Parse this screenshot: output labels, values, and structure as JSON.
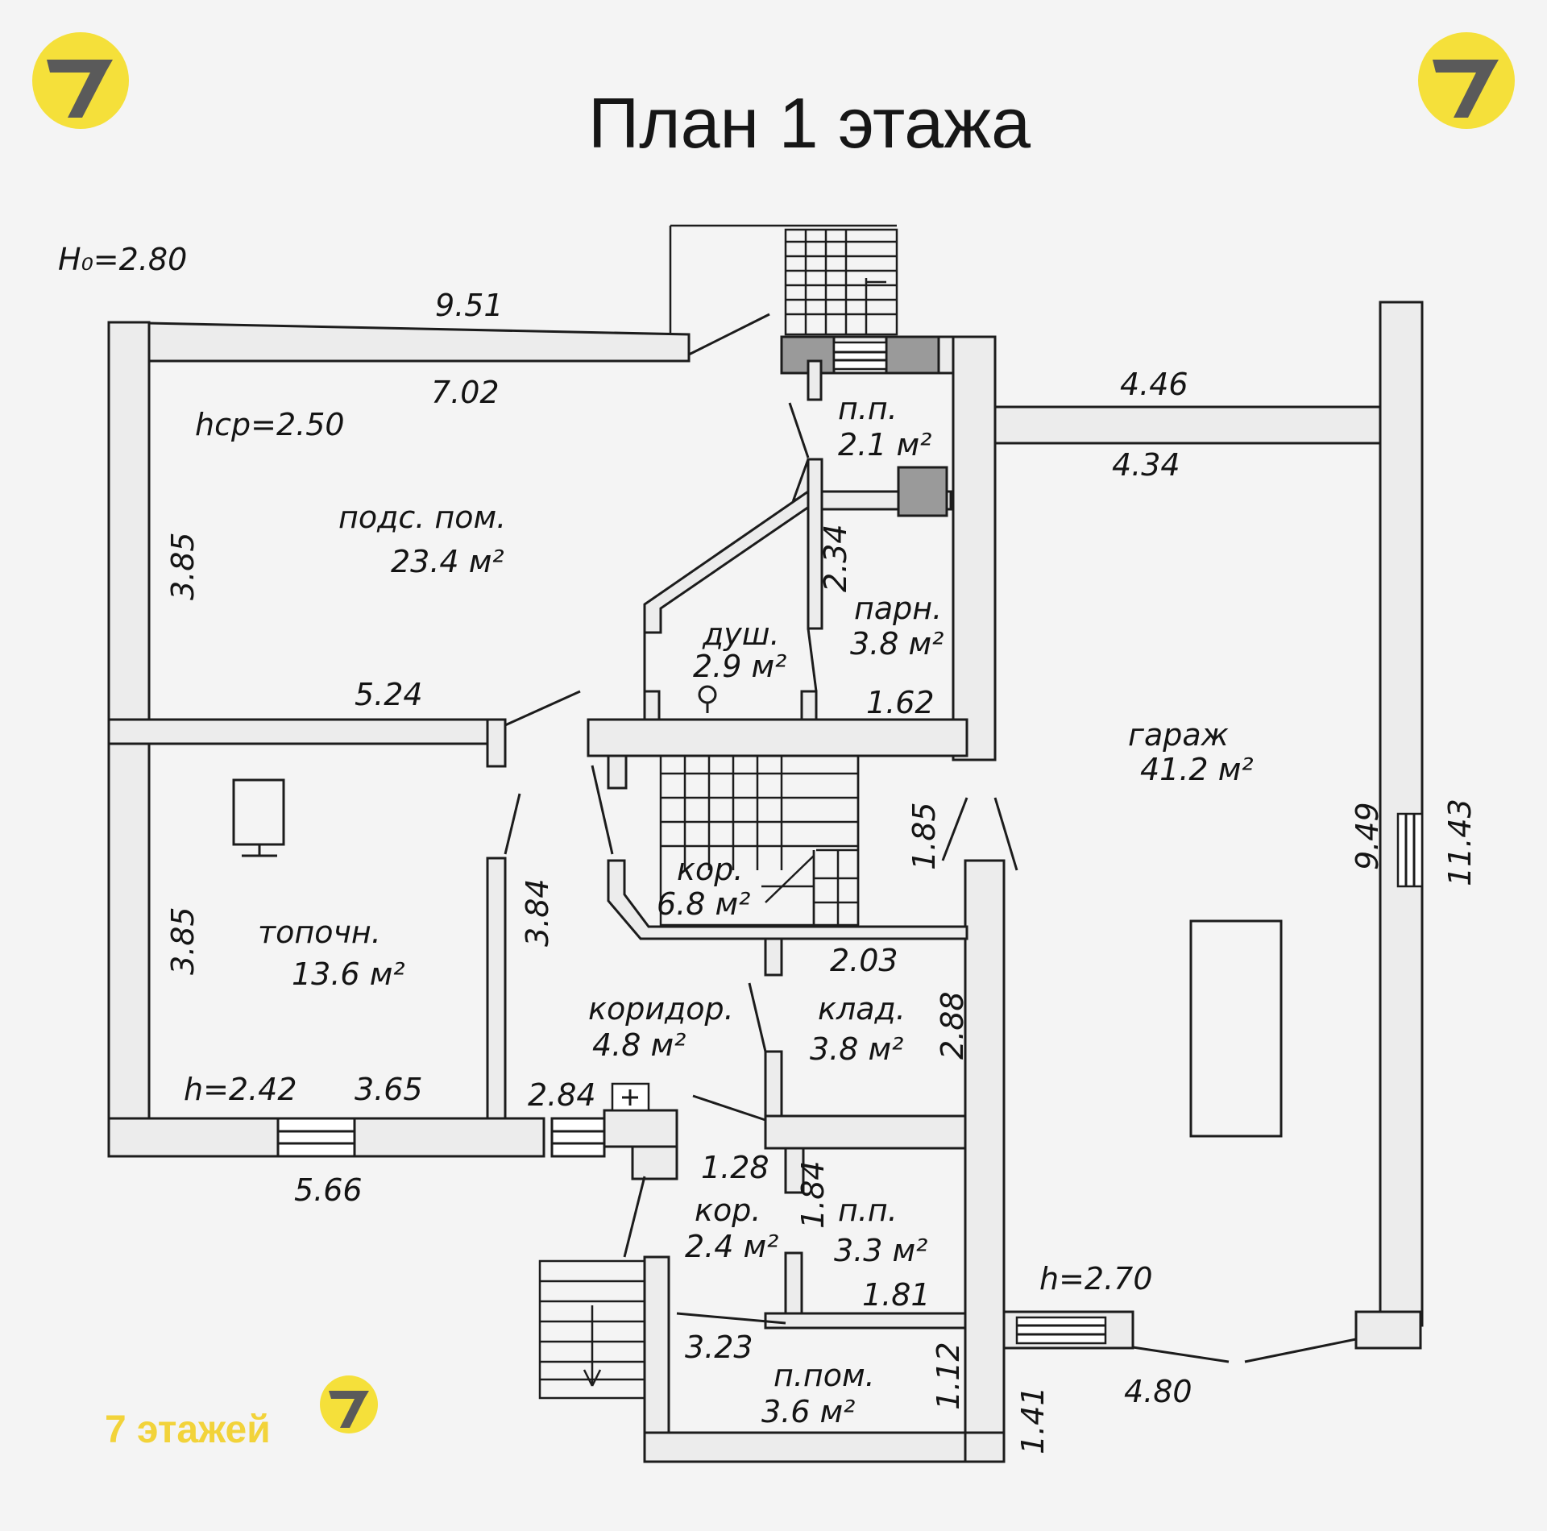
{
  "title": "План 1 этажа",
  "brand": {
    "caption": "7 этажей",
    "logo_color": "#f5e03a",
    "logo_mark_color": "#5a5a5a"
  },
  "heights": {
    "h0": "H₀=2.80",
    "hcp": "hср=2.50",
    "h_boiler": "h=2.42",
    "h_garage": "h=2.70"
  },
  "rooms": {
    "living": {
      "name": "подс. пом.",
      "area": "23.4 м²"
    },
    "boiler": {
      "name": "топочн.",
      "area": "13.6 м²"
    },
    "shower": {
      "name": "душ.",
      "area": "2.9 м²"
    },
    "steam": {
      "name": "парн.",
      "area": "3.8 м²"
    },
    "pp_top": {
      "name": "п.п.",
      "area": "2.1 м²"
    },
    "corridor_mid": {
      "name": "кор.",
      "area": "6.8 м²"
    },
    "corridor_main": {
      "name": "коридор.",
      "area": "4.8 м²"
    },
    "storage": {
      "name": "клад.",
      "area": "3.8 м²"
    },
    "corridor_small": {
      "name": "кор.",
      "area": "2.4 м²"
    },
    "pp_bottom": {
      "name": "п.п.",
      "area": "3.3 м²"
    },
    "aux": {
      "name": "п.пом.",
      "area": "3.6 м²"
    },
    "garage": {
      "name": "гараж",
      "area": "41.2 м²"
    }
  },
  "dims": {
    "d_951": "9.51",
    "d_702": "7.02",
    "d_385_a": "3.85",
    "d_524": "5.24",
    "d_385_b": "3.85",
    "d_384": "3.84",
    "d_365": "3.65",
    "d_566": "5.66",
    "d_284": "2.84",
    "d_234": "2.34",
    "d_162": "1.62",
    "d_185": "1.85",
    "d_203": "2.03",
    "d_288": "2.88",
    "d_128": "1.28",
    "d_184": "1.84",
    "d_181": "1.81",
    "d_323": "3.23",
    "d_112": "1.12",
    "d_141": "1.41",
    "d_480": "4.80",
    "d_446": "4.46",
    "d_434": "4.34",
    "d_949": "9.49",
    "d_943": "11.43"
  }
}
